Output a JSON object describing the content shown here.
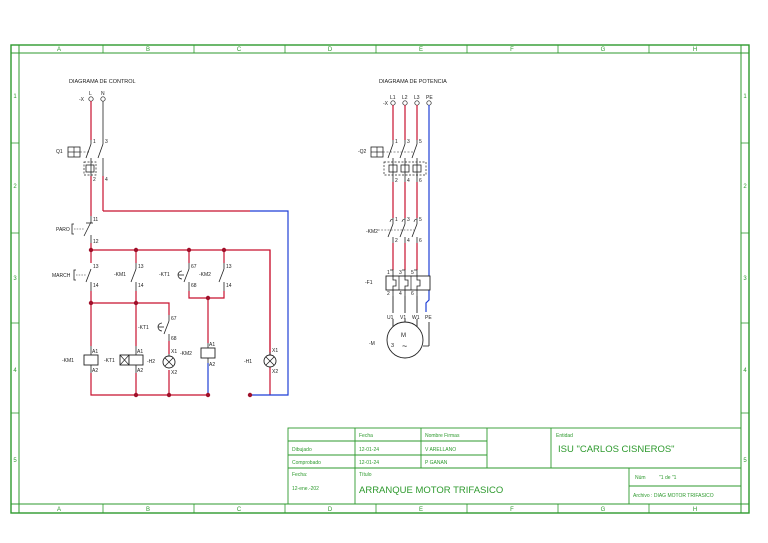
{
  "colors": {
    "frame": "#2e9a2e",
    "wire_red": "#c8102e",
    "wire_blue": "#1f3fd6",
    "wire_black": "#222222",
    "junction": "#a0102a"
  },
  "grid": {
    "columns": [
      "A",
      "B",
      "C",
      "D",
      "E",
      "F",
      "G",
      "H"
    ],
    "rows": [
      "1",
      "2",
      "3",
      "4",
      "5"
    ]
  },
  "control": {
    "title": "DIAGRAMA DE CONTROL",
    "terminal": {
      "tag": "-X",
      "pins": [
        "L",
        "N"
      ]
    },
    "q1": {
      "tag": "Q1",
      "pins_top": [
        "1",
        "3"
      ],
      "pins_bottom": [
        "2",
        "4"
      ]
    },
    "paro": {
      "tag": "PARO",
      "pins": [
        "11",
        "12"
      ]
    },
    "march": {
      "tag": "MARCH",
      "pins": [
        "13",
        "14"
      ]
    },
    "km1_aux": {
      "tag": "-KM1",
      "pins": [
        "13",
        "14"
      ]
    },
    "kt1_contact": {
      "tag": "-KT1",
      "pins": [
        "67",
        "68"
      ]
    },
    "km2_aux": {
      "tag": "-KM2",
      "pins": [
        "13",
        "14"
      ]
    },
    "kt1_delay": {
      "tag": "-KT1",
      "pins": [
        "67",
        "68"
      ]
    },
    "km1_coil": {
      "tag": "-KM1",
      "pins": [
        "A1",
        "A2"
      ]
    },
    "kt1_coil": {
      "tag": "-KT1",
      "pins": [
        "A1",
        "A2"
      ]
    },
    "h2": {
      "tag": "-H2",
      "pins": [
        "X1",
        "X2"
      ]
    },
    "km2_coil": {
      "tag": "-KM2",
      "pins": [
        "A1",
        "A2"
      ]
    },
    "h1": {
      "tag": "-H1",
      "pins": [
        "X1",
        "X2"
      ]
    }
  },
  "power": {
    "title": "DIAGRAMA DE POTENCIA",
    "terminal": {
      "tag": "-X",
      "pins": [
        "L1",
        "L2",
        "L3",
        "PE"
      ]
    },
    "q2": {
      "tag": "-Q2",
      "pins_top": [
        "1",
        "3",
        "5"
      ],
      "pins_bottom": [
        "2",
        "4",
        "6"
      ]
    },
    "km2": {
      "tag": "-KM2",
      "pins_top": [
        "1",
        "3",
        "5"
      ],
      "pins_bottom": [
        "2",
        "4",
        "6"
      ]
    },
    "f1": {
      "tag": "-F1",
      "pins_top": [
        "1",
        "3",
        "5"
      ],
      "pins_bottom": [
        "2",
        "4",
        "6"
      ]
    },
    "motor": {
      "tag": "-M",
      "symbol": "M",
      "phases": "3",
      "wave": "~",
      "pins": [
        "U1",
        "V1",
        "W1",
        "PE"
      ]
    }
  },
  "title_block": {
    "col_fecha": "Fecha",
    "col_nombre": "Nombre Firmas",
    "row_dibujado": "Dibujado",
    "row_comprobado": "Comprobado",
    "dibujado_fecha": "12-01-24",
    "dibujado_nombre": "V ARELLANO",
    "comprobado_fecha": "12-01-24",
    "comprobado_nombre": "P GANAN",
    "fecha_label": "Fecha:",
    "fecha_value": "12-ene.-202",
    "titulo_label": "Título",
    "titulo_value": "ARRANQUE MOTOR TRIFASICO",
    "entidad_label": "Entidad",
    "entidad_value": "ISU \"CARLOS CISNEROS\"",
    "num_label": "Núm",
    "num_value": "\"1 de \"1",
    "archivo_label": "Archivo : DIAG MOTOR TRIFASICO"
  }
}
